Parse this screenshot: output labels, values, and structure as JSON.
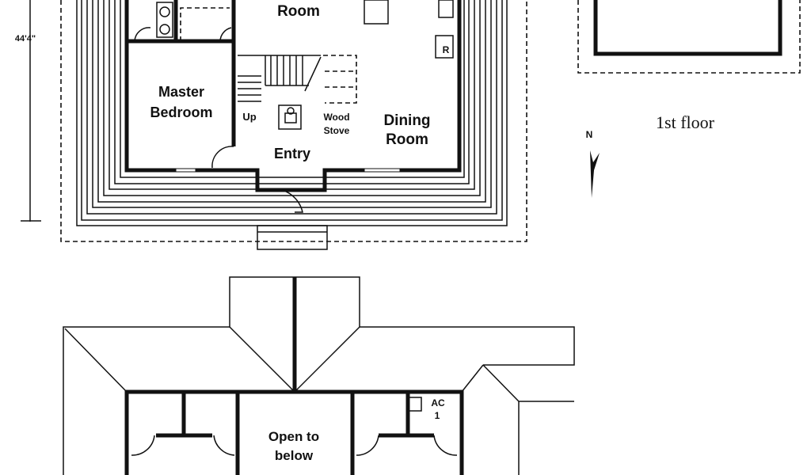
{
  "first_floor": {
    "dimension_label": "44'4\"",
    "rooms": {
      "top_room": "Room",
      "master_line1": "Master",
      "master_line2": "Bedroom",
      "up": "Up",
      "wood_line1": "Wood",
      "wood_line2": "Stove",
      "dining_line1": "Dining",
      "dining_line2": "Room",
      "entry": "Entry",
      "refrigerator": "R"
    },
    "caption": "1st floor",
    "north_label": "N"
  },
  "second_floor": {
    "open_line1": "Open to",
    "open_line2": "below",
    "ac_line1": "AC",
    "ac_line2": "1"
  }
}
